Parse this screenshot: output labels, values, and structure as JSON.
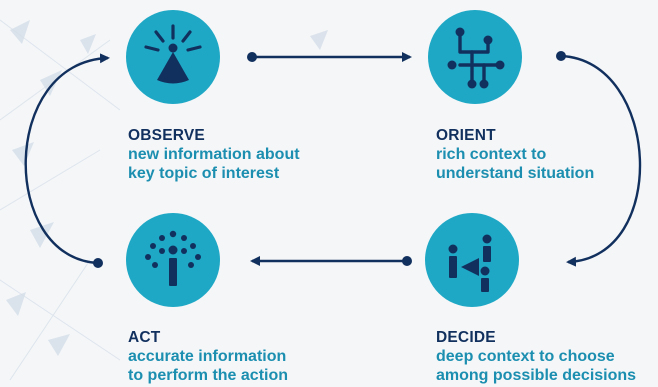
{
  "colors": {
    "node_fill": "#1fa8c5",
    "icon_dark": "#12305e",
    "title_text": "#12305e",
    "desc_text": "#1c8fb0",
    "arrow": "#12305e"
  },
  "stages": {
    "observe": {
      "title": "OBSERVE",
      "line1": "new information about",
      "line2": "key topic of interest",
      "icon": "observe-radiating-cone-icon"
    },
    "orient": {
      "title": "ORIENT",
      "line1": "rich context to",
      "line2": "understand situation",
      "icon": "orient-circuit-icon"
    },
    "decide": {
      "title": "DECIDE",
      "line1": "deep context to choose",
      "line2": "among possible decisions",
      "icon": "decide-info-pointer-icon"
    },
    "act": {
      "title": "ACT",
      "line1": "accurate information",
      "line2": "to perform the action",
      "icon": "act-info-dots-icon"
    }
  }
}
